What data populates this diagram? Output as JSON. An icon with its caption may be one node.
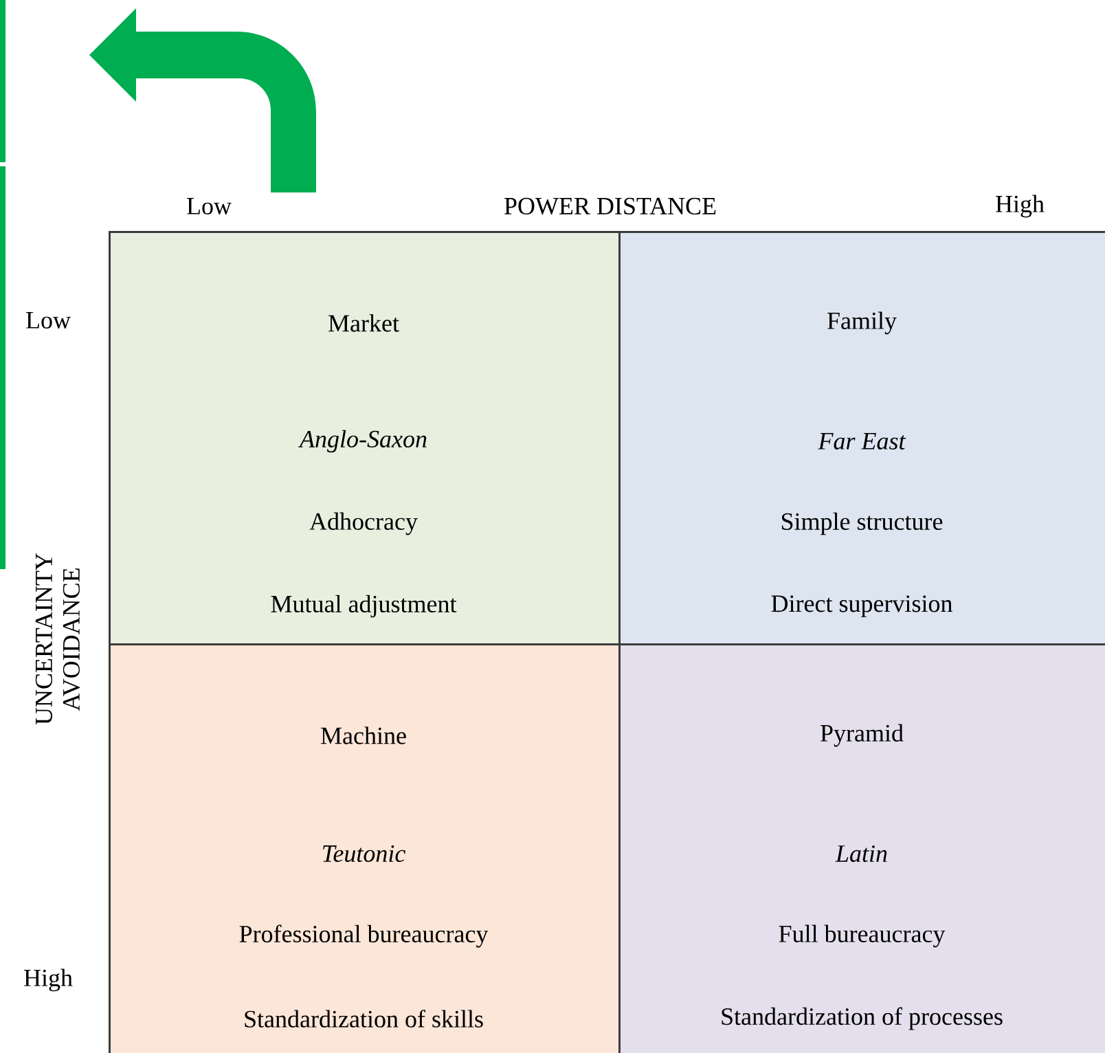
{
  "diagram": {
    "nodes": [
      {
        "text": [
          "Market",
          "Anglo-Saxon",
          "Adhocracy",
          "Mutual adjustment"
        ]
      },
      {
        "text": [
          "Family",
          "Far East",
          "Simple structure",
          "Direct supervision"
        ]
      },
      {
        "text": [
          "Machine",
          "Teutonic",
          "Professional bureaucracy",
          "Standardization of skills"
        ]
      },
      {
        "text": [
          "Pyramid",
          "Latin",
          "Full bureaucracy",
          "Standardization of processes"
        ]
      }
    ],
    "labels": [
      "Low",
      "POWER DISTANCE",
      "High",
      "Low",
      "UNCERTAINTY AVOIDANCE",
      "High"
    ]
  }
}
